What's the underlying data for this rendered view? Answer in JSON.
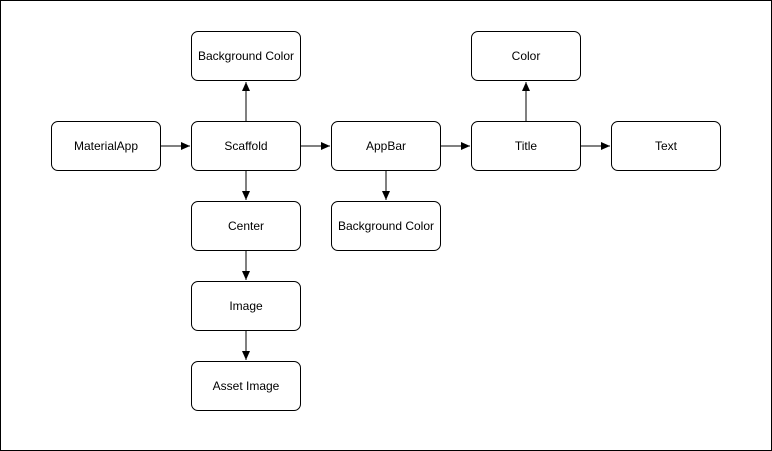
{
  "nodes": {
    "material_app": "MaterialApp",
    "scaffold": "Scaffold",
    "scaffold_background_color": "Background Color",
    "center": "Center",
    "image": "Image",
    "asset_image": "Asset Image",
    "app_bar": "AppBar",
    "app_bar_background_color": "Background Color",
    "title": "Title",
    "color": "Color",
    "text": "Text"
  },
  "edges": [
    {
      "from": "material_app",
      "to": "scaffold"
    },
    {
      "from": "scaffold",
      "to": "scaffold_background_color"
    },
    {
      "from": "scaffold",
      "to": "center"
    },
    {
      "from": "center",
      "to": "image"
    },
    {
      "from": "image",
      "to": "asset_image"
    },
    {
      "from": "scaffold",
      "to": "app_bar"
    },
    {
      "from": "app_bar",
      "to": "app_bar_background_color"
    },
    {
      "from": "app_bar",
      "to": "title"
    },
    {
      "from": "title",
      "to": "color"
    },
    {
      "from": "title",
      "to": "text"
    }
  ],
  "colors": {
    "stroke": "#000000",
    "fill": "#ffffff"
  }
}
